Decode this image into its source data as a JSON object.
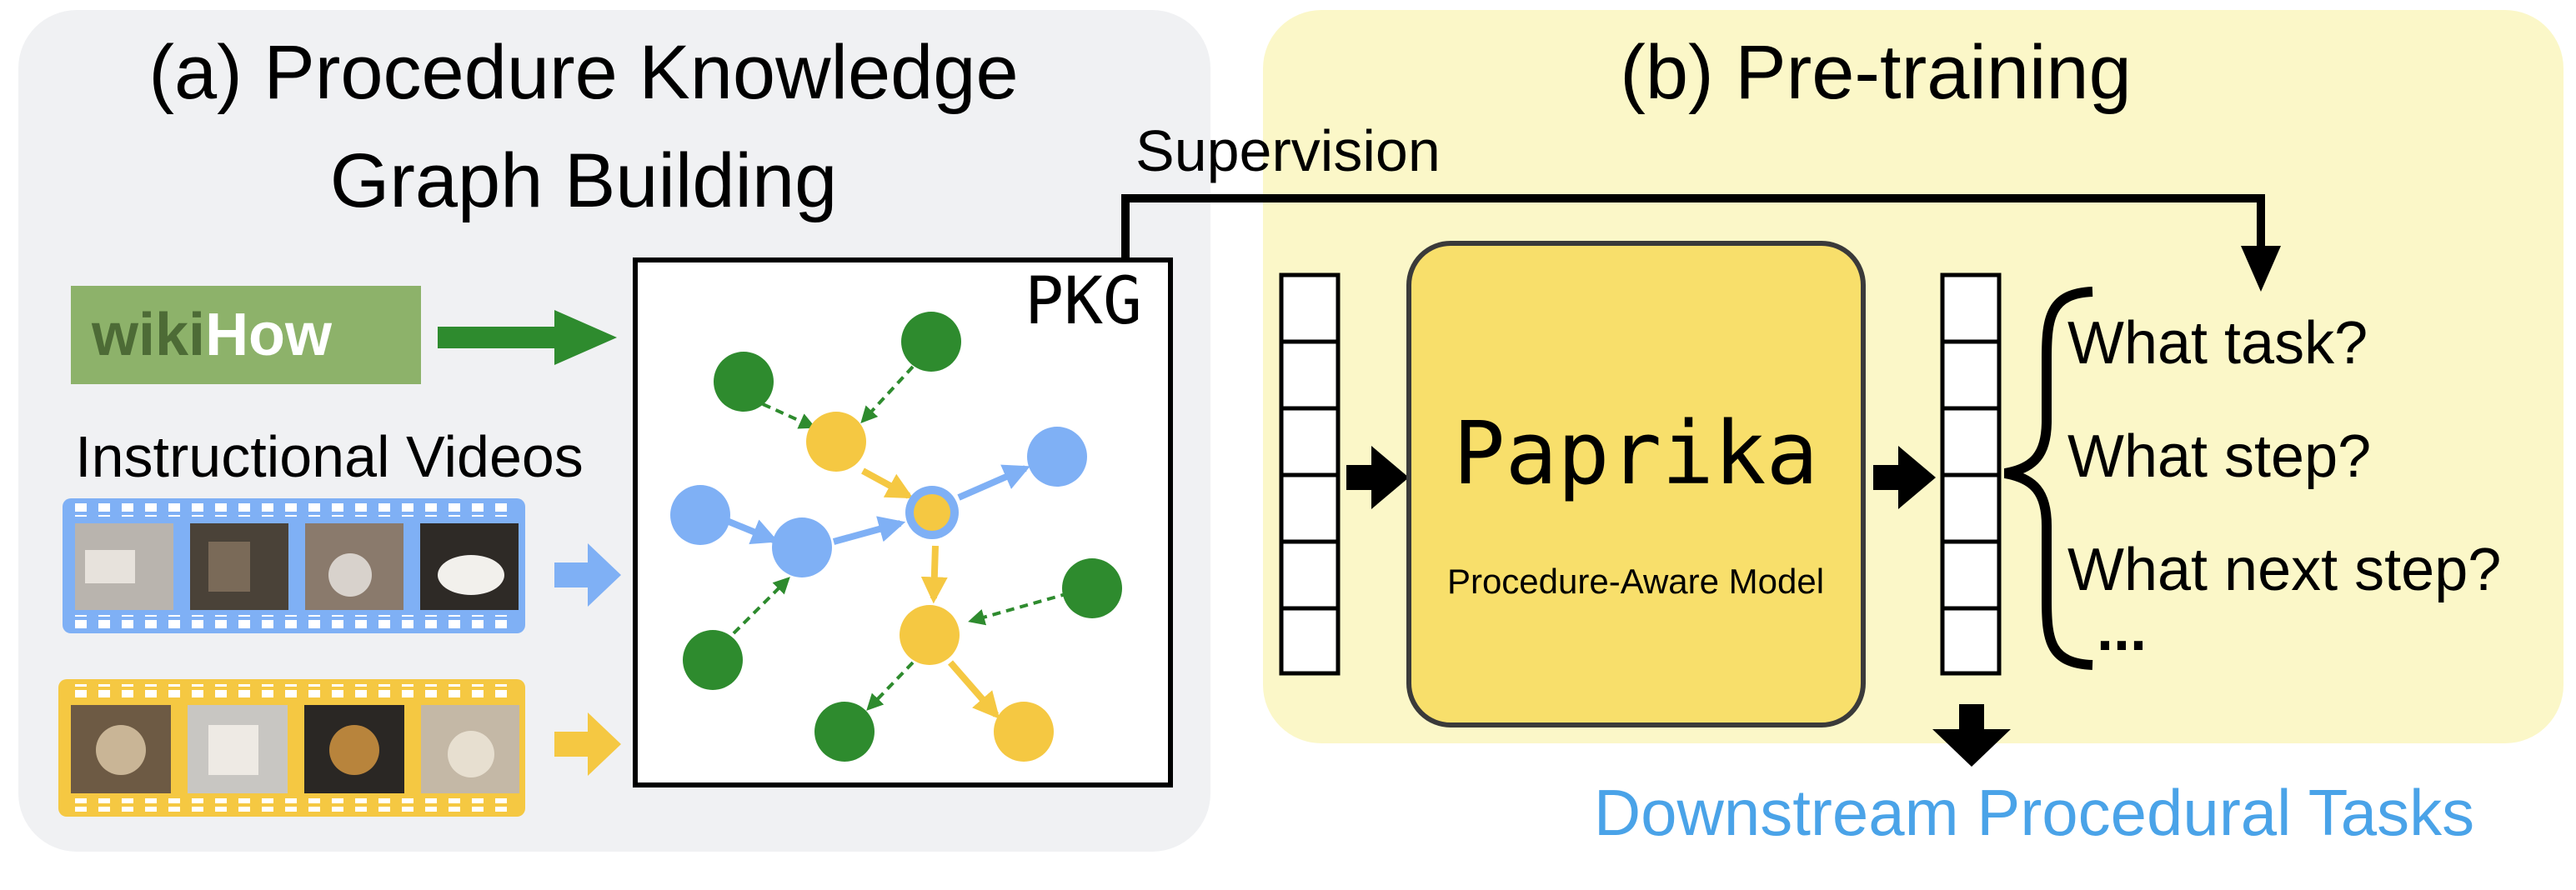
{
  "panel_a": {
    "title_line1": "(a) Procedure Knowledge",
    "title_line2": "Graph Building",
    "wikihow_logo": {
      "part1": "wiki",
      "part2": "How",
      "bg": "#8db26a",
      "dark": "#4d6b36",
      "light": "#ffffff"
    },
    "videos_label": "Instructional Videos",
    "pkg_label": "PKG",
    "bg": "#f0f1f3"
  },
  "panel_b": {
    "title": "(b) Pre-training",
    "model_name": "Paprika",
    "model_subtitle": "Procedure-Aware Model",
    "questions": [
      "What task?",
      "What step?",
      "What next step?"
    ],
    "ellipsis": "...",
    "bg": "#fbf7c8",
    "model_fill": "#f8df6b"
  },
  "supervision_label": "Supervision",
  "downstream_label": "Downstream Procedural Tasks",
  "colors": {
    "green": "#2e8b2e",
    "blue": "#7fb0f5",
    "yellow": "#f5c842",
    "downstream_text": "#4aa3e8"
  },
  "icons": {
    "wikihow": "wikihow-logo-icon",
    "video_strip_blue": "film-strip-icon",
    "video_strip_yellow": "film-strip-icon",
    "brace": "curly-brace-icon"
  }
}
